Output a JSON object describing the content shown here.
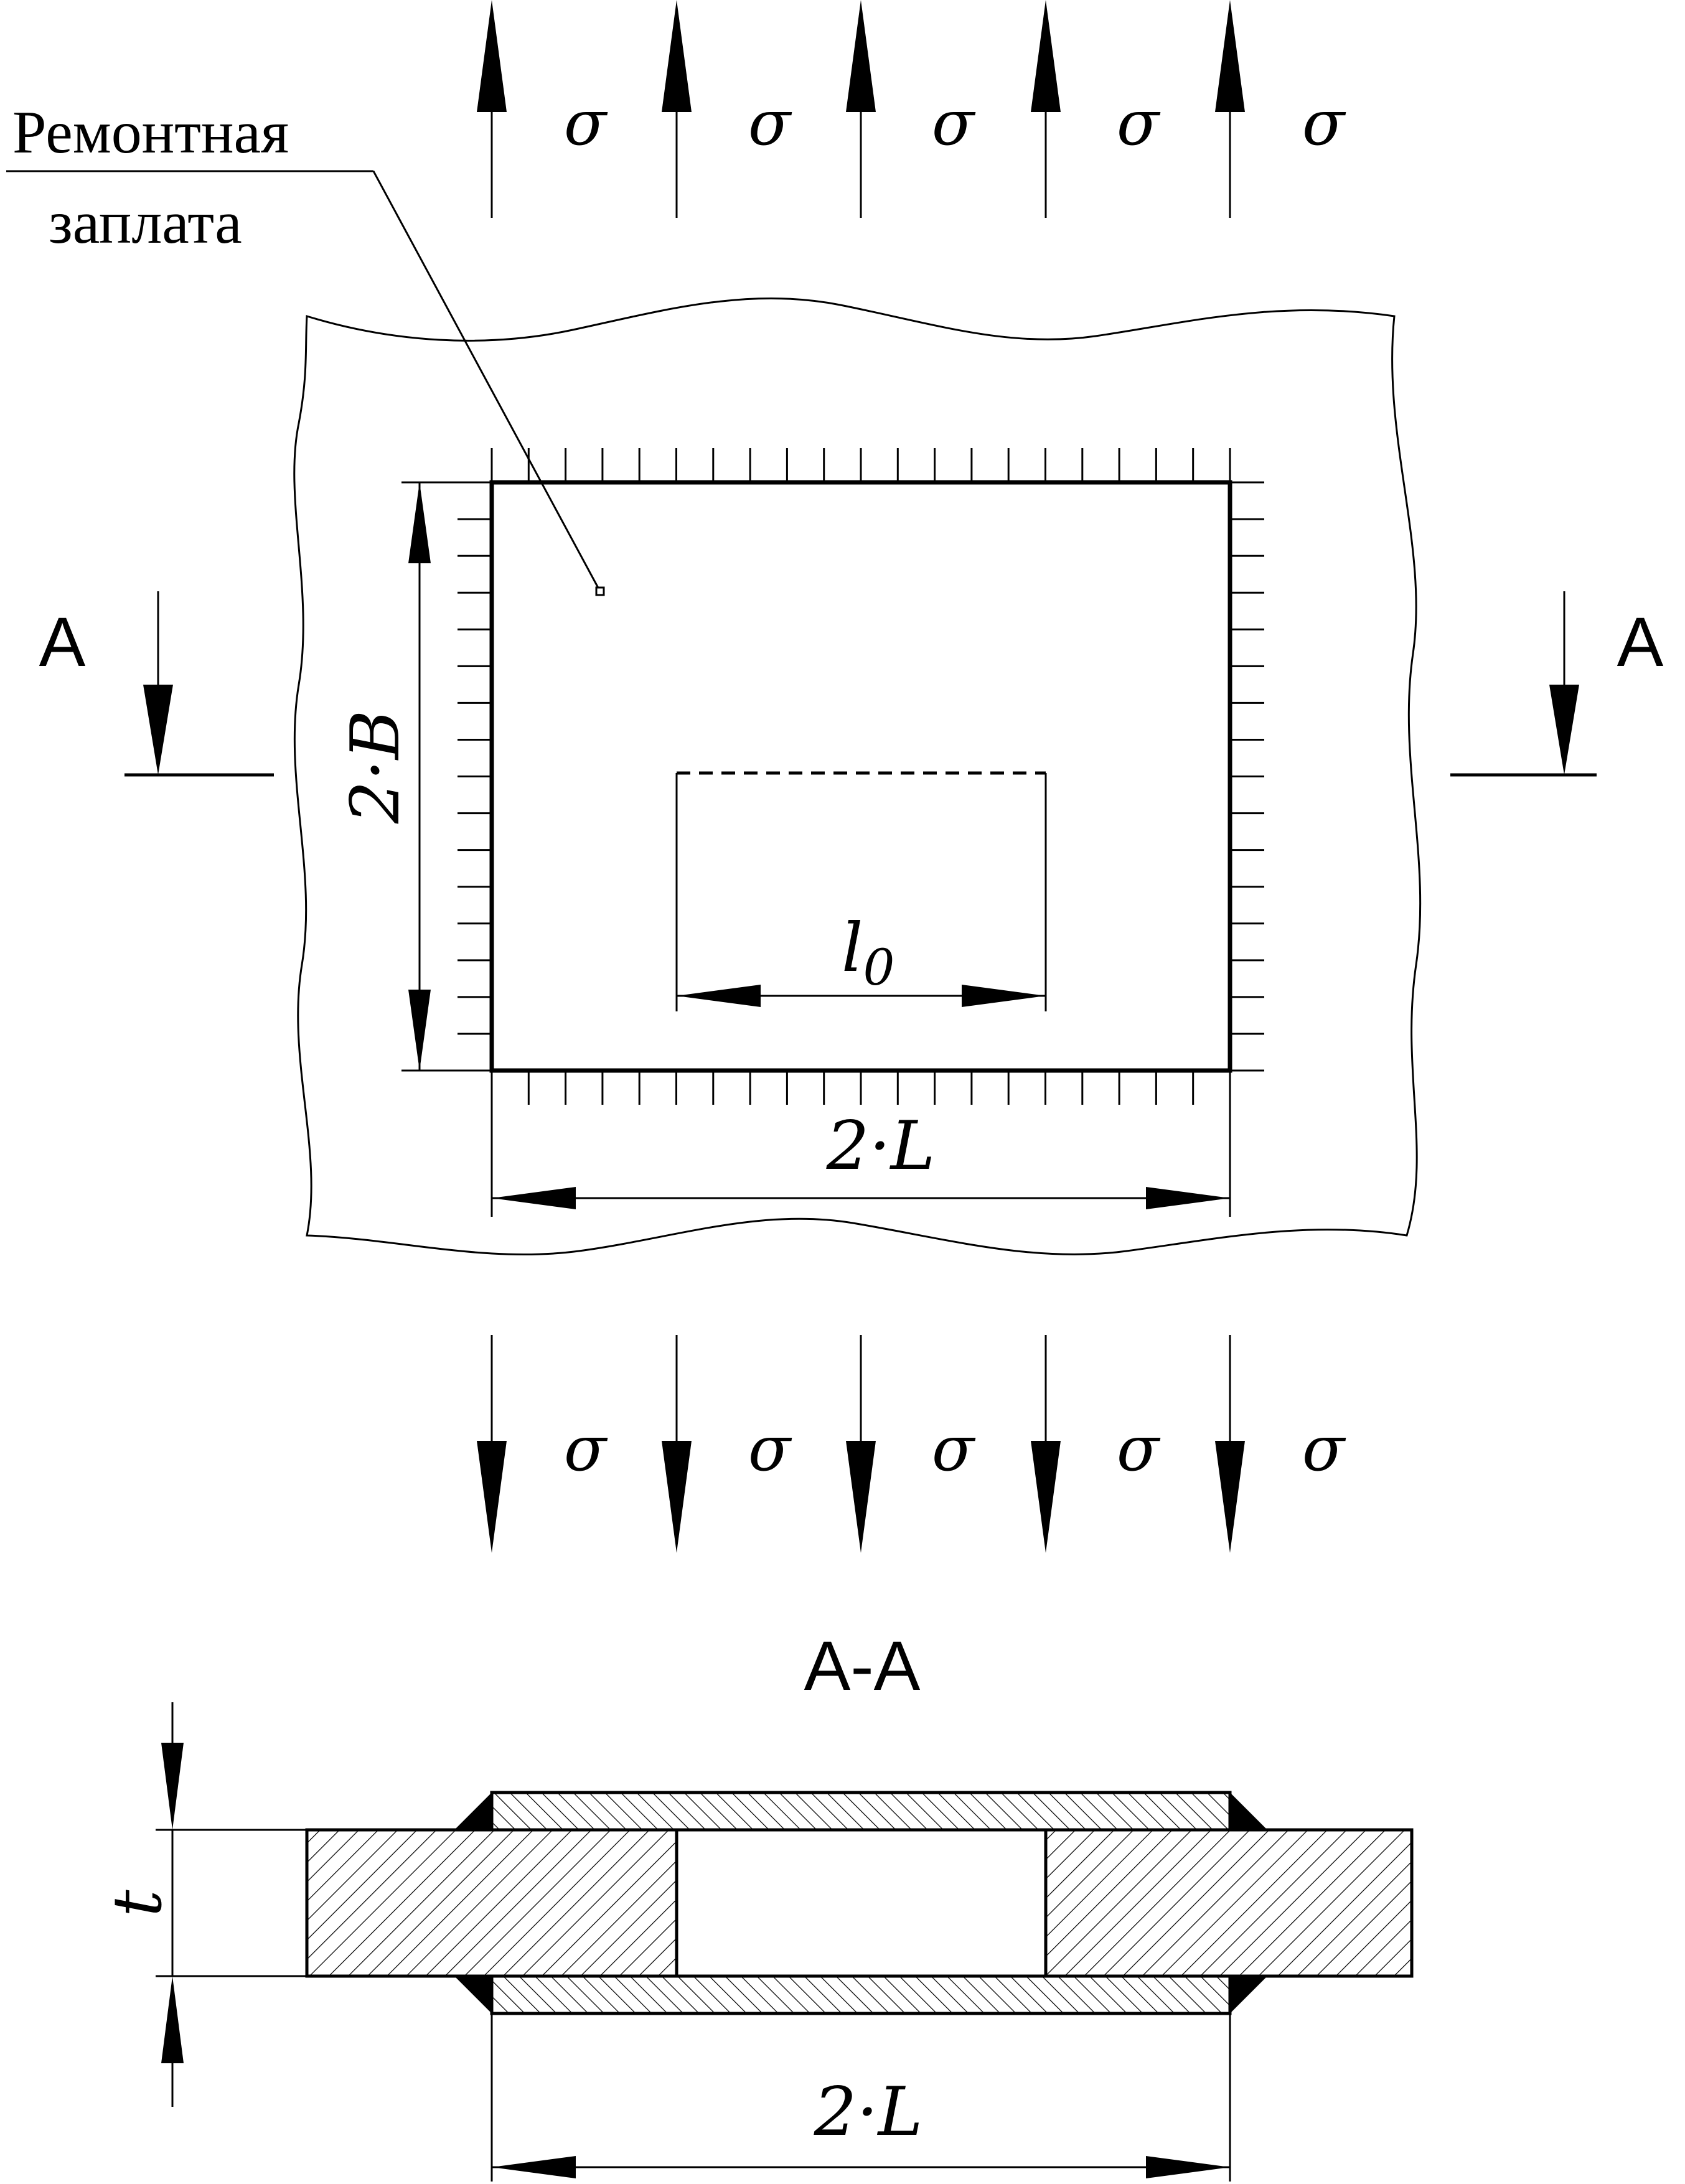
{
  "stress": {
    "symbol": "σ"
  },
  "labels": {
    "repair_patch_line1": "Ремонтная",
    "repair_patch_line2": "заплата",
    "section_mark_left": "A",
    "section_mark_right": "A",
    "section_title": "A-A"
  },
  "dimensions": {
    "patch_height": "2·B",
    "patch_width": "2·L",
    "crack_length": "l",
    "crack_length_subscript": "0",
    "section_width": "2·L",
    "thickness": "t"
  },
  "colors": {
    "line": "#000000",
    "background": "#ffffff"
  }
}
